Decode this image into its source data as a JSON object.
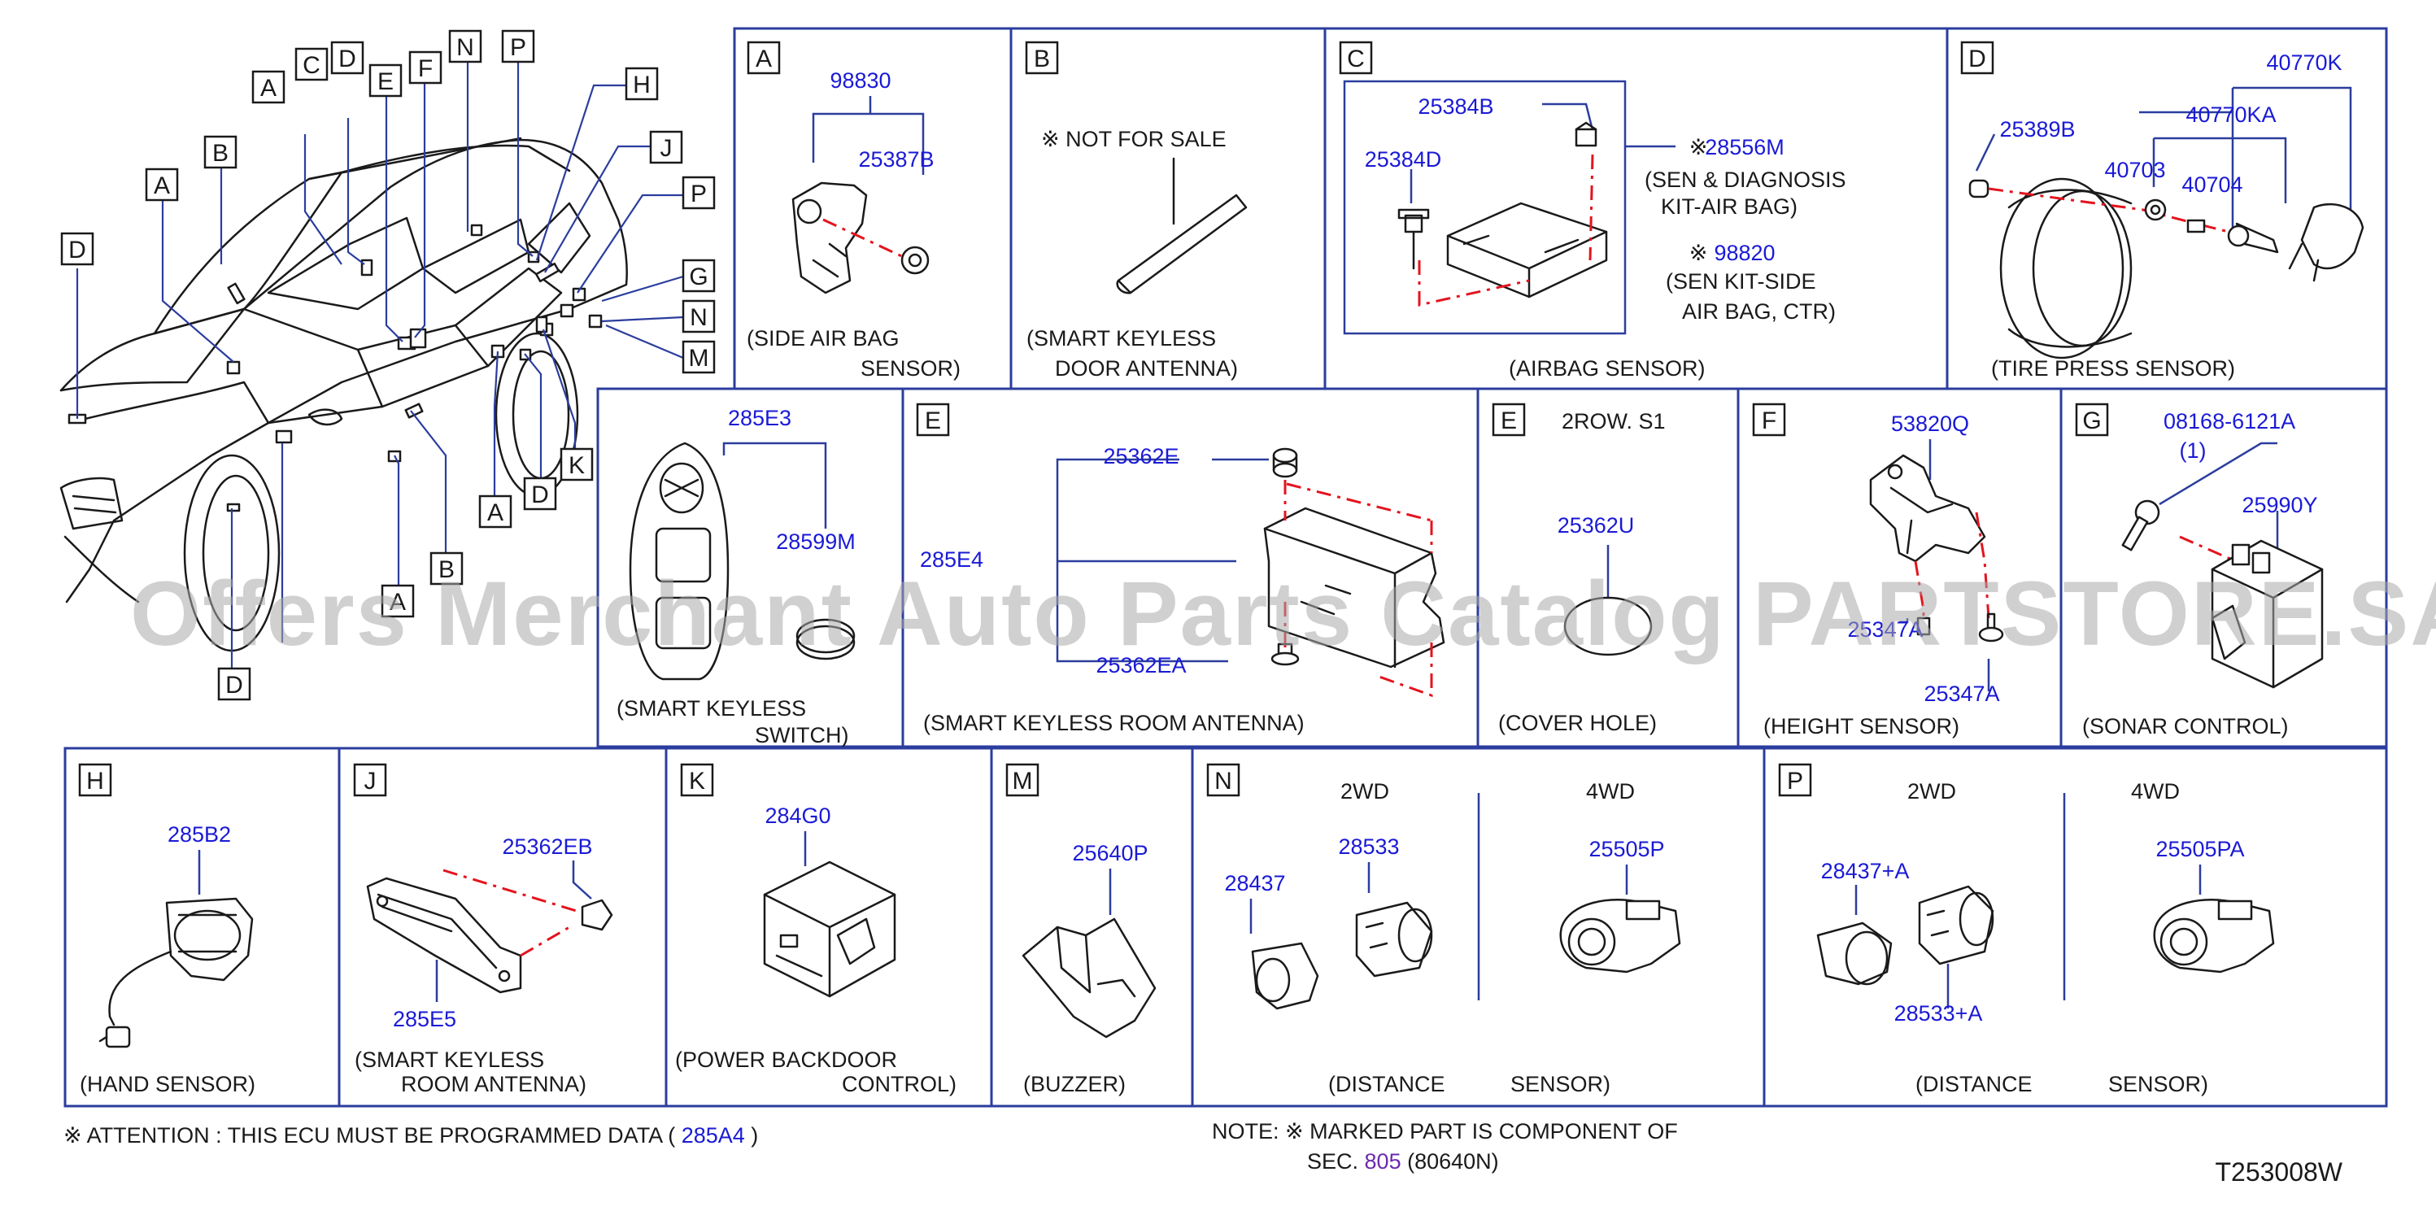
{
  "watermark": "Offers Merchant Auto Parts Catalog PARTSTORE.SA",
  "diagram_id": "T253008W",
  "colors": {
    "frame": "#2b3d9e",
    "part_number": "#1a1ad6",
    "leader": "#e3141e",
    "ink": "#1a1a1a"
  },
  "vehicle_callouts": [
    "D",
    "A",
    "B",
    "E",
    "F",
    "N",
    "P",
    "H",
    "J",
    "P",
    "G",
    "N",
    "M",
    "K",
    "D",
    "A",
    "D",
    "C",
    "A",
    "B",
    "A",
    "D"
  ],
  "panels": [
    {
      "letter": "A",
      "parts": [
        "98830",
        "25387B"
      ],
      "caption": [
        "(SIDE   AIR   BAG",
        "SENSOR)"
      ]
    },
    {
      "letter": "B",
      "note": "※ NOT   FOR   SALE",
      "caption": [
        "(SMART   KEYLESS",
        "DOOR   ANTENNA)"
      ]
    },
    {
      "letter": "C",
      "parts": [
        "25384B",
        "25384D",
        "28556M",
        "98820"
      ],
      "notes": [
        "(SEN  &  DIAGNOSIS",
        "KIT-AIR  BAG)",
        "(SEN   KIT-SIDE",
        "AIR   BAG,   CTR)"
      ],
      "caption": [
        "(AIRBAG   SENSOR)"
      ]
    },
    {
      "letter": "D",
      "parts": [
        "40770K",
        "25389B",
        "40770KA",
        "40703",
        "40704"
      ],
      "caption": [
        "(TIRE   PRESS   SENSOR)"
      ]
    },
    {
      "letter": "",
      "parts": [
        "285E3",
        "28599M"
      ],
      "caption": [
        "(SMART   KEYLESS",
        "SWITCH)"
      ]
    },
    {
      "letter": "E",
      "parts": [
        "25362E",
        "285E4",
        "25362EA"
      ],
      "caption": [
        "(SMART   KEYLESS   ROOM   ANTENNA)"
      ]
    },
    {
      "letter": "E",
      "note": "2ROW.   S1",
      "parts": [
        "25362U"
      ],
      "caption": [
        "(COVER   HOLE)"
      ]
    },
    {
      "letter": "F",
      "parts": [
        "53820Q",
        "25347A",
        "25347A"
      ],
      "caption": [
        "(HEIGHT   SENSOR)"
      ]
    },
    {
      "letter": "G",
      "parts": [
        "08168-6121A",
        "(1)",
        "25990Y"
      ],
      "caption": [
        "(SONAR   CONTROL)"
      ]
    },
    {
      "letter": "H",
      "parts": [
        "285B2"
      ],
      "caption": [
        "(HAND   SENSOR)"
      ]
    },
    {
      "letter": "J",
      "parts": [
        "25362EB",
        "285E5"
      ],
      "caption": [
        "(SMART   KEYLESS",
        "ROOM   ANTENNA)"
      ]
    },
    {
      "letter": "K",
      "parts": [
        "284G0"
      ],
      "caption": [
        "(POWER   BACKDOOR",
        "CONTROL)"
      ]
    },
    {
      "letter": "M",
      "parts": [
        "25640P"
      ],
      "caption": [
        "(BUZZER)"
      ]
    },
    {
      "letter": "N",
      "subheads": [
        "2WD",
        "4WD"
      ],
      "parts": [
        "28437",
        "28533",
        "25505P"
      ],
      "caption": [
        "(DISTANCE",
        "SENSOR)"
      ]
    },
    {
      "letter": "P",
      "subheads": [
        "2WD",
        "4WD"
      ],
      "parts": [
        "28437+A",
        "28533+A",
        "25505PA"
      ],
      "caption": [
        "(DISTANCE",
        "SENSOR)"
      ]
    }
  ],
  "footer": {
    "attention_prefix": "※ ATTENTION   :   THIS   ECU   MUST   BE   PROGRAMMED   DATA   (",
    "attention_part": "285A4",
    "attention_suffix": ")",
    "note_line1": "NOTE:   ※ MARKED   PART   IS   COMPONENT   OF",
    "note_line2_prefix": "SEC.",
    "note_line2_sec": "805",
    "note_line2_suffix": "(80640N)"
  }
}
